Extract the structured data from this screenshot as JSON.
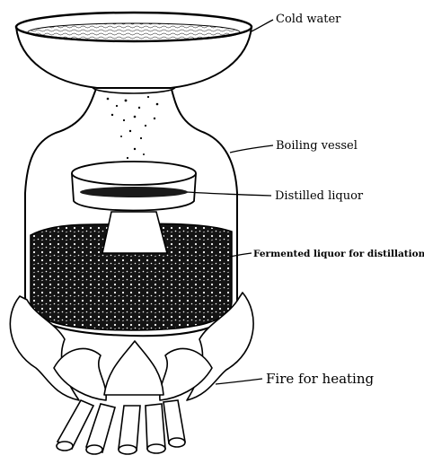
{
  "labels": {
    "cold_water": "Cold water",
    "boiling_vessel": "Boiling vessel",
    "distilled_liquor": "Distilled liquor",
    "fermented_liquor": "Fermented liquor for distillation",
    "fire": "Fire for heating"
  },
  "colors": {
    "ink": "#000000",
    "paper": "#ffffff",
    "liquor_fill": "#1a1a1a"
  }
}
